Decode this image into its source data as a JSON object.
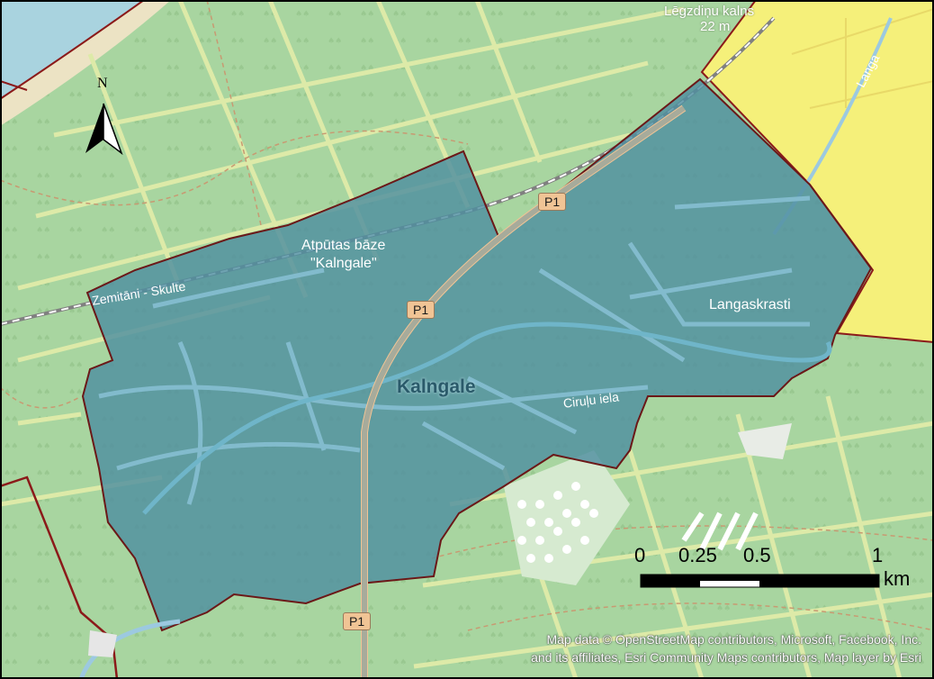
{
  "map": {
    "north_label": "N",
    "places": {
      "top_name": "Lēgzdiņu kalns",
      "top_elevation": "22 m",
      "resort": "Atpūtas bāze",
      "resort_name": "\"Kalngale\"",
      "railway": "Zemitāni - Skulte",
      "district": "Langaskrasti",
      "town": "Kalngale",
      "street": "Ciruļu iela",
      "river": "Langa"
    },
    "road_shields": [
      "P1",
      "P1",
      "P1"
    ],
    "scale_bar": {
      "ticks": [
        "0",
        "0.25",
        "0.5",
        "1"
      ],
      "unit": "km"
    },
    "attribution": "Map data © OpenStreetMap contributors, Microsoft, Facebook, Inc. and its affiliates, Esri Community Maps contributors, Map layer by Esri",
    "colors": {
      "forest": "#a8d5a0",
      "sea": "#a9d3df",
      "highlight_area": "#4f8fa0",
      "neighbor_area": "#f5f07a",
      "boundary": "#8b1a1a",
      "road": "#ddeaa8"
    }
  }
}
